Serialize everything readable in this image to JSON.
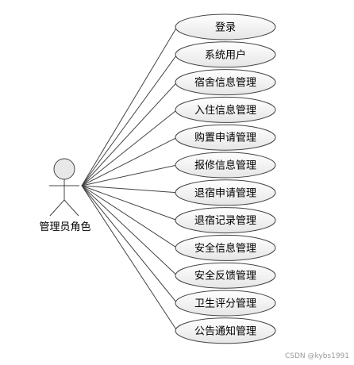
{
  "actor": {
    "label": "管理员角色"
  },
  "use_cases": [
    {
      "label": "登录"
    },
    {
      "label": "系统用户"
    },
    {
      "label": "宿舍信息管理"
    },
    {
      "label": "入住信息管理"
    },
    {
      "label": "购置申请管理"
    },
    {
      "label": "报修信息管理"
    },
    {
      "label": "退宿申请管理"
    },
    {
      "label": "退宿记录管理"
    },
    {
      "label": "安全信息管理"
    },
    {
      "label": "安全反馈管理"
    },
    {
      "label": "卫生评分管理"
    },
    {
      "label": "公告通知管理"
    }
  ],
  "watermark": "CSDN @kybs1991",
  "colors": {
    "line": "#444444",
    "ellipse_fill_start": "#ffffff",
    "ellipse_fill_end": "#e6e6e6",
    "actor_head_fill": "#e8e8e8"
  }
}
